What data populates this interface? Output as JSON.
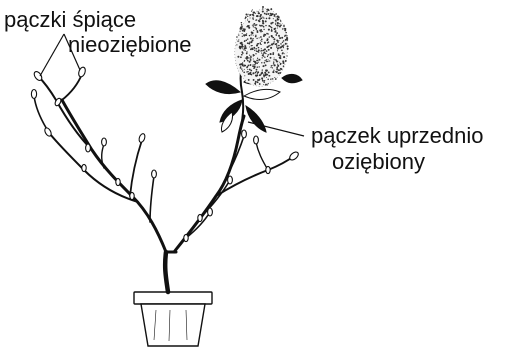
{
  "labels": {
    "dormant_buds": {
      "line1": "pączki śpiące",
      "line2": "nieoziębione"
    },
    "prechilled_bud": {
      "line1": "pączek uprzednio",
      "line2": "oziębiony"
    }
  },
  "colors": {
    "ink": "#111111",
    "background": "#ffffff"
  }
}
